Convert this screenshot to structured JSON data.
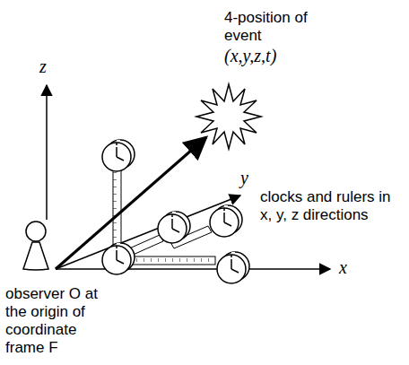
{
  "diagram": {
    "labels": [
      "4-position of event",
      "(x,y,z,t)",
      "z",
      "y",
      "x",
      "clocks and rulers in x, y, z directions",
      "observer O at the origin of coordinate frame F"
    ]
  }
}
